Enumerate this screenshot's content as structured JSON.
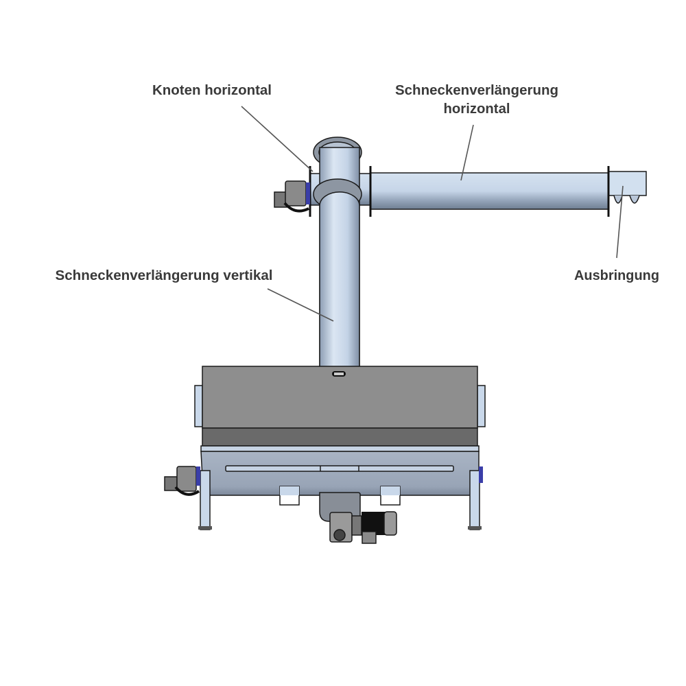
{
  "labels": {
    "knot_horizontal": "Knoten horizontal",
    "extension_horizontal_line1": "Schneckenverlängerung",
    "extension_horizontal_line2": "horizontal",
    "extension_vertical": "Schneckenverlängerung vertikal",
    "discharge": "Ausbringung"
  },
  "colors": {
    "pipe": "#c9d8ea",
    "housing_top": "#8e8e8e",
    "housing_band": "#6a6a6a",
    "trough": "#9ba7b8",
    "label_text": "#3a3a3a"
  }
}
